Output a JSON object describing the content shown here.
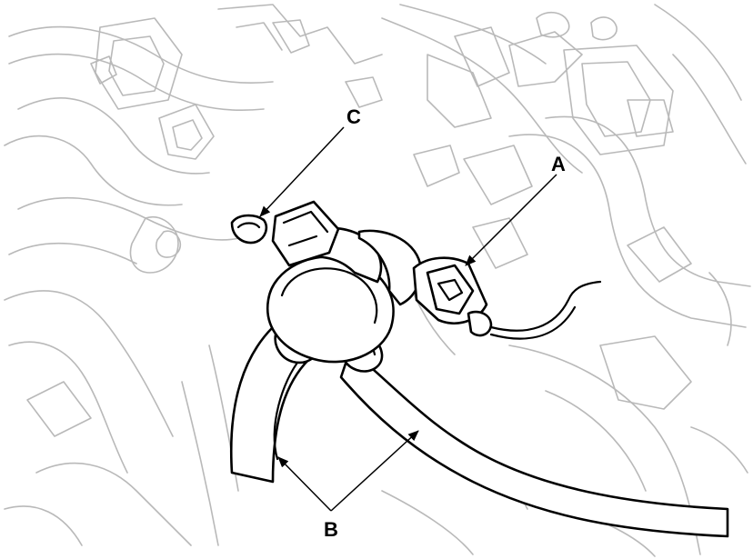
{
  "callouts": {
    "a": "A",
    "b": "B",
    "c": "C"
  },
  "colors": {
    "line": "#000000",
    "background_line": "#b9b9b9",
    "paper": "#ffffff"
  }
}
